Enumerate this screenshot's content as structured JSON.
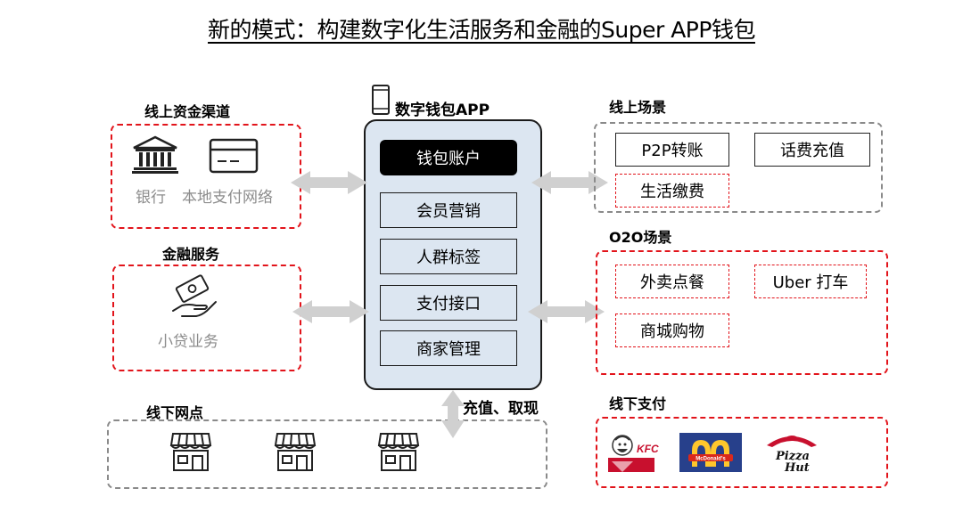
{
  "title": "新的模式：构建数字化生活服务和金融的Super APP钱包",
  "app": {
    "label": "数字钱包APP",
    "account": "钱包账户",
    "functions": [
      "会员营销",
      "人群标签",
      "支付接口",
      "商家管理"
    ]
  },
  "left": {
    "online_funding": {
      "label": "线上资金渠道",
      "bank": "银行",
      "local_network": "本地支付网络"
    },
    "finance": {
      "label": "金融服务",
      "microloan": "小贷业务"
    },
    "offline_outlets": {
      "label": "线下网点"
    }
  },
  "right": {
    "online_scenes": {
      "label": "线上场景",
      "items": [
        "P2P转账",
        "话费充值",
        "生活缴费"
      ]
    },
    "o2o_scenes": {
      "label": "O2O场景",
      "items": [
        "外卖点餐",
        "Uber 打车",
        "商城购物"
      ]
    },
    "offline_payment": {
      "label": "线下支付"
    }
  },
  "bottom_arrow_label": "充值、取现",
  "colors": {
    "accent_red": "#e2141b",
    "phone_fill": "#dce6f1",
    "arrow_gray": "#d0d0d0"
  }
}
